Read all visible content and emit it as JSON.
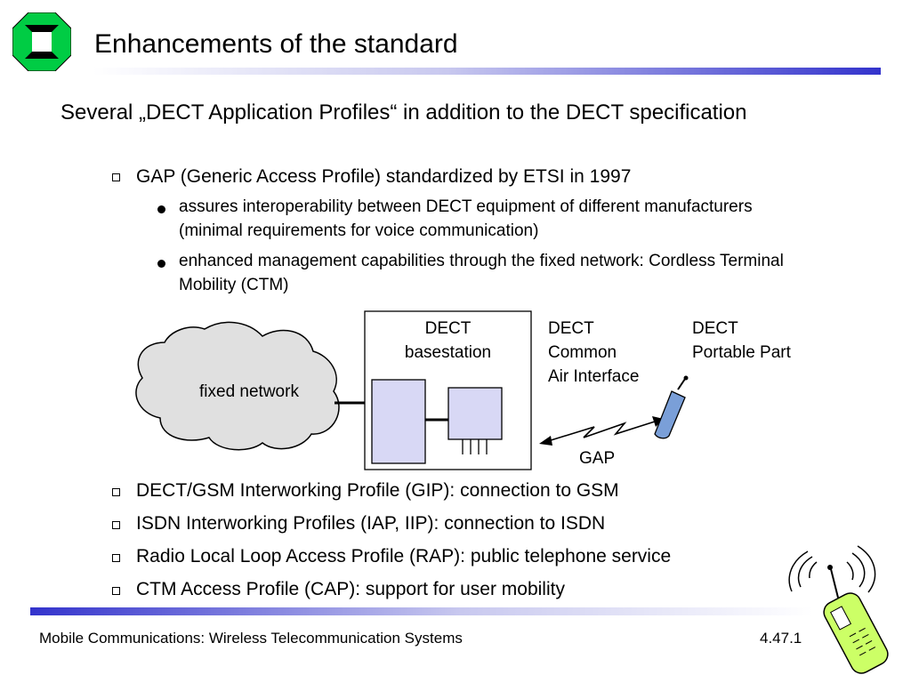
{
  "slide": {
    "title": "Enhancements of the standard",
    "main_point": "Several „DECT Application Profiles“ in addition to the DECT specification",
    "sub_points": [
      "GAP (Generic Access Profile) standardized by ETSI in 1997",
      "DECT/GSM Interworking Profile (GIP): connection to GSM",
      "ISDN Interworking Profiles (IAP, IIP): connection to ISDN",
      "Radio Local Loop Access Profile (RAP): public telephone service",
      "CTM Access Profile (CAP): support for user mobility"
    ],
    "gap_details": [
      "assures interoperability between DECT equipment of different manufacturers (minimal requirements for voice communication)",
      "enhanced management capabilities through the fixed network: Cordless Terminal Mobility (CTM)"
    ]
  },
  "diagram": {
    "cloud_label": "fixed network",
    "basestation_label": [
      "DECT",
      "basestation"
    ],
    "air_interface_label": [
      "DECT",
      "Common",
      "Air Interface"
    ],
    "portable_part_label": [
      "DECT",
      "Portable Part"
    ],
    "link_label": "GAP"
  },
  "footer": {
    "course": "Mobile Communications: Wireless  Telecommunication Systems",
    "page": "4.47.1"
  },
  "colors": {
    "logo_green": "#00cc44",
    "bar_blue": "#3333cc",
    "box_fill": "#d8d8f5",
    "cloud_fill": "#e0e0e0",
    "handset_fill": "#7a9fd8",
    "phone_green": "#ccff66"
  }
}
